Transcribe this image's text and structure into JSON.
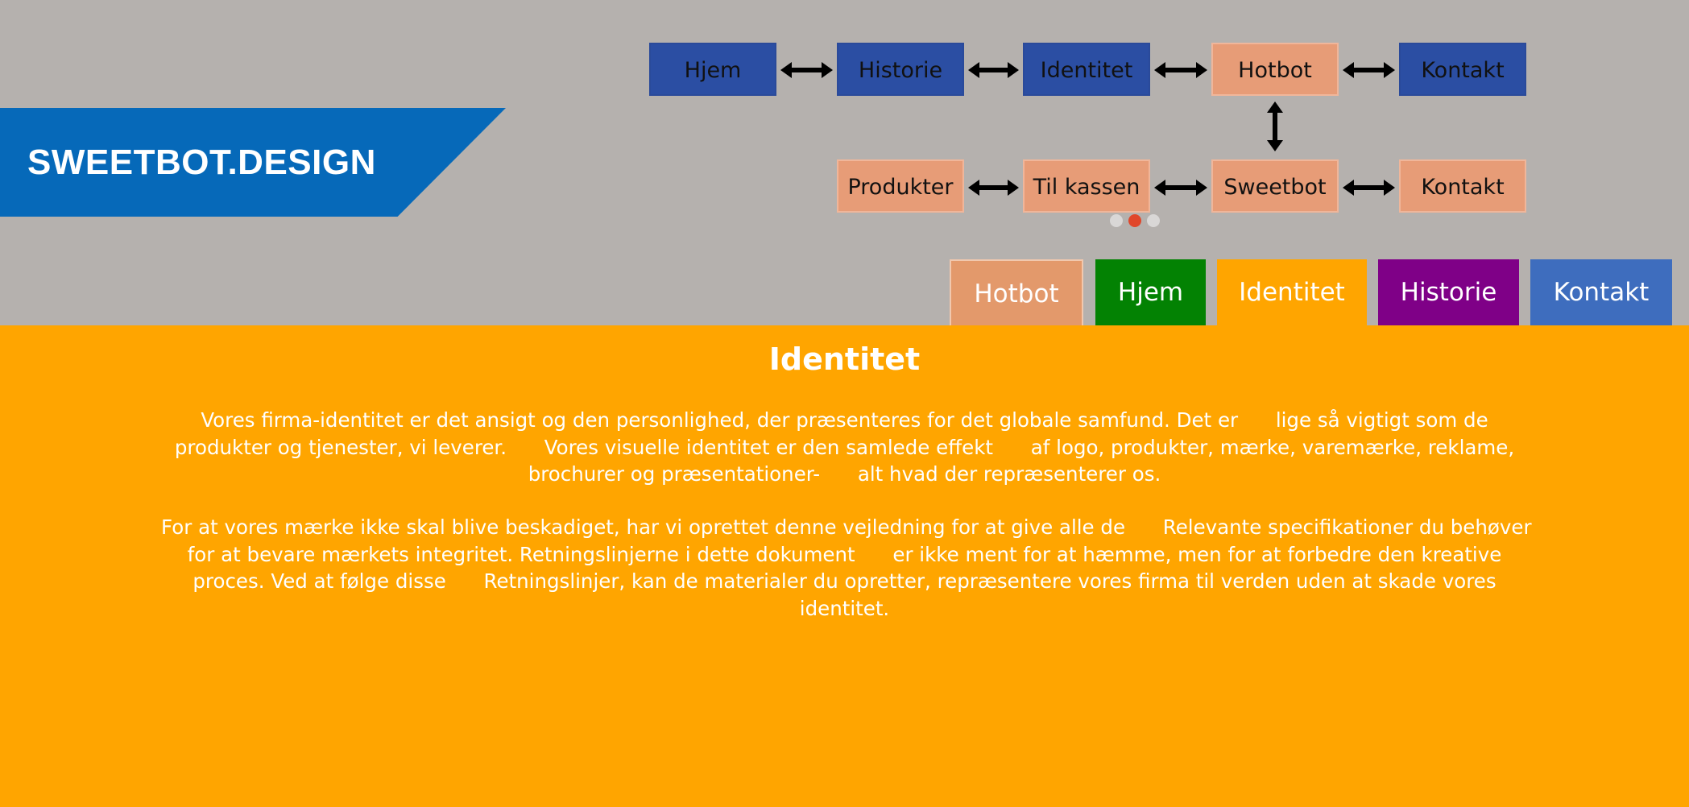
{
  "logo": {
    "text": "SWEETBOT.DESIGN"
  },
  "slider": {
    "row1": [
      "Hjem",
      "Historie",
      "Identitet",
      "Hotbot",
      "Kontakt"
    ],
    "row2": [
      "Produkter",
      "Til kassen",
      "Sweetbot",
      "Kontakt"
    ],
    "dots": 3,
    "active_dot": 2
  },
  "nav": [
    {
      "label": "Hotbot",
      "color": "#e3996b"
    },
    {
      "label": "Hjem",
      "color": "#038203"
    },
    {
      "label": "Identitet",
      "color": "#ffa500"
    },
    {
      "label": "Historie",
      "color": "#7f0087"
    },
    {
      "label": "Kontakt",
      "color": "#3e6dbe"
    }
  ],
  "content": {
    "title": "Identitet",
    "paragraph1": [
      "Vores firma-identitet er det ansigt og den personlighed, der præsenteres for det globale samfund. Det er      lige så vigtigt som de",
      "produkter og tjenester, vi leverer.      Vores visuelle identitet er den samlede effekt      af logo, produkter, mærke, varemærke, reklame,",
      "brochurer og præsentationer-      alt hvad der repræsenterer os."
    ],
    "paragraph2": [
      "For at vores mærke ikke skal blive beskadiget, har vi oprettet denne vejledning for at give alle de      Relevante specifikationer du behøver",
      "for at bevare mærkets integritet. Retningslinjerne i dette dokument      er ikke ment for at hæmme, men for at forbedre den kreative",
      "proces. Ved at følge disse      Retningslinjer, kan de materialer du opretter, repræsentere vores firma til verden uden at skade vores",
      "identitet."
    ]
  }
}
